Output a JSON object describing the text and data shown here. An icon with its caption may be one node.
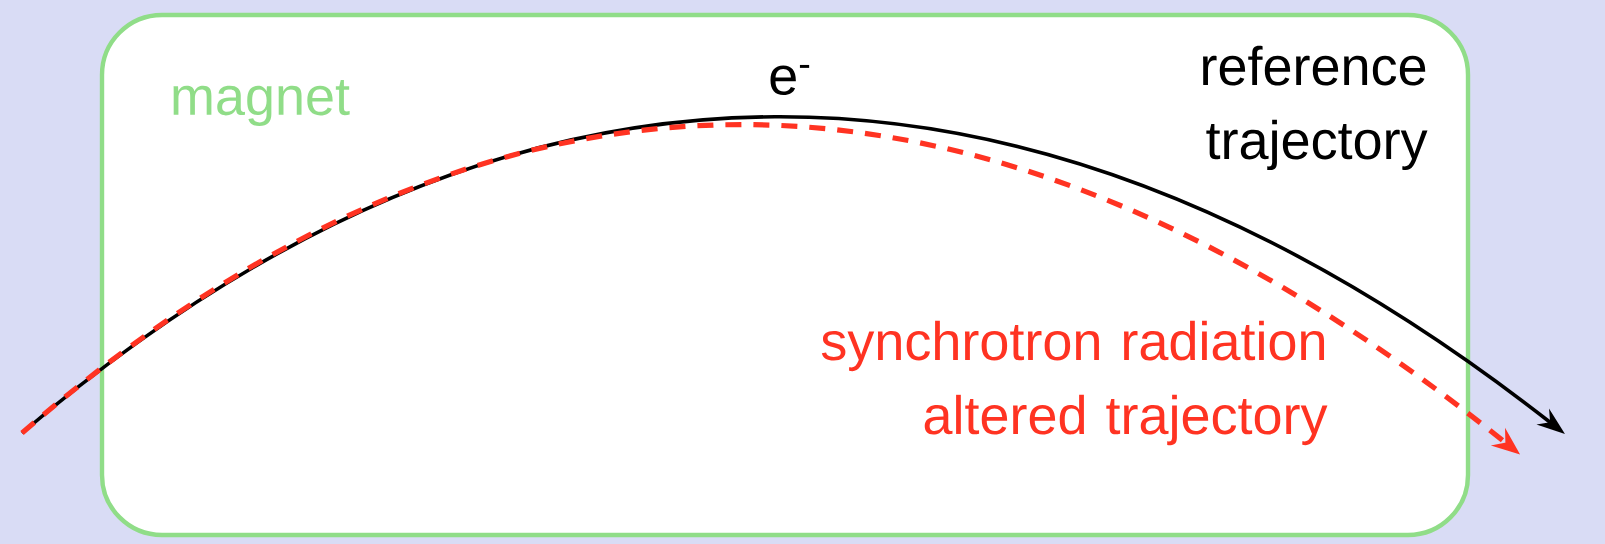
{
  "diagram": {
    "nodes": [
      {
        "text": [
          "magnet"
        ]
      }
    ],
    "labels": [
      "e$^{-}$",
      "reference trajectory",
      "synchrotron radiation altered trajectory"
    ]
  }
}
